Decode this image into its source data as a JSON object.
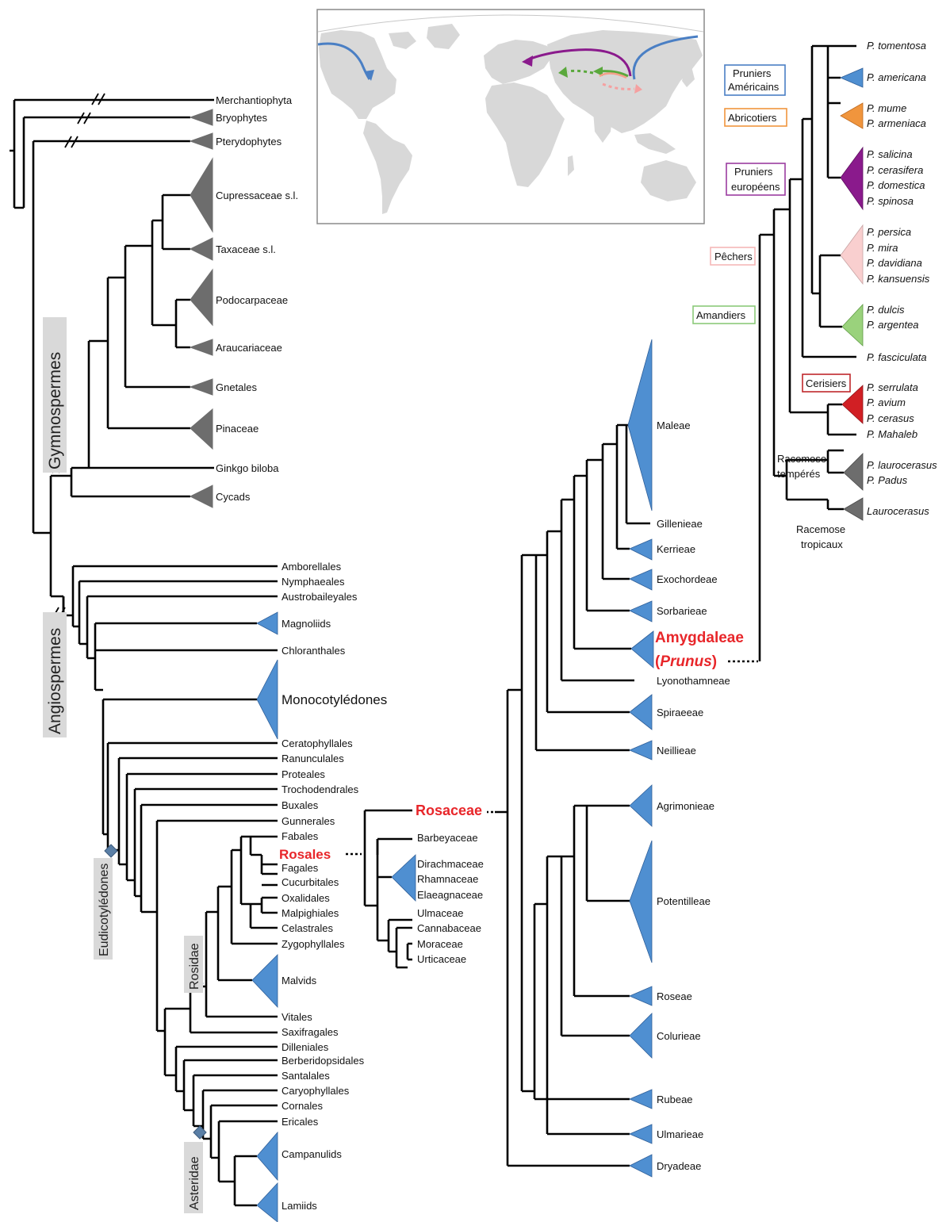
{
  "colors": {
    "gymnosperm_clade": "#6d6d6d",
    "angiosperm_clade": "#4f8fd1",
    "highlight_red": "#e8262a",
    "label_box_bg": "#d9d9d9",
    "apricot": "#f0953d",
    "european_plum": "#8a1a8c",
    "peach": "#f9cfcf",
    "almond": "#9ad27c",
    "cherry": "#d11f24",
    "american_plum_box": "#4a7fc4",
    "apricot_box": "#f0953d",
    "european_plum_box": "#9b3ca0",
    "peach_box": "#f5b7b7",
    "almond_box": "#8cc97a",
    "cherry_box": "#c0282c"
  },
  "groups": {
    "gymnospermes": "Gymnospermes",
    "angiospermes": "Angiospermes",
    "eudicotyledones": "Eudicotylédones",
    "rosidae": "Rosidae",
    "asteridae": "Asteridae"
  },
  "tree_left": {
    "merchantiophyta": "Merchantiophyta",
    "bryophytes": "Bryophytes",
    "pteridophytes": "Pterydophytes",
    "cupressaceae": "Cupressaceae s.l.",
    "taxaceae": "Taxaceae s.l.",
    "podocarpaceae": "Podocarpaceae",
    "araucariaceae": "Araucariaceae",
    "gnetales": "Gnetales",
    "pinaceae": "Pinaceae",
    "ginkgo": "Ginkgo biloba",
    "cycads": "Cycads",
    "amborellales": "Amborellales",
    "nymphaeales": "Nymphaeales",
    "austrobaileyales": "Austrobaileyales",
    "magnoliids": "Magnoliids",
    "chloranthales": "Chloranthales",
    "monocots": "Monocotylédones",
    "ceratophyllales": "Ceratophyllales",
    "ranunculales": "Ranunculales",
    "proteales": "Proteales",
    "trochodendrales": "Trochodendrales",
    "buxales": "Buxales",
    "gunnerales": "Gunnerales",
    "fabales": "Fabales",
    "rosales": "Rosales",
    "fagales": "Fagales",
    "cucurbitales": "Cucurbitales",
    "oxalidales": "Oxalidales",
    "malpighiales": "Malpighiales",
    "celastrales": "Celastrales",
    "zygophyllales": "Zygophyllales",
    "malvids": "Malvids",
    "vitales": "Vitales",
    "saxifragales": "Saxifragales",
    "dilleniales": "Dilleniales",
    "berberidopsidales": "Berberidopsidales",
    "santalales": "Santalales",
    "caryophyllales": "Caryophyllales",
    "cornales": "Cornales",
    "ericales": "Ericales",
    "campanulids": "Campanulids",
    "lamiids": "Lamiids"
  },
  "tree_rosales": {
    "rosaceae": "Rosaceae",
    "barbeyaceae": "Barbeyaceae",
    "dirachmaceae": "Dirachmaceae",
    "rhamnaceae": "Rhamnaceae",
    "elaeagnaceae": "Elaeagnaceae",
    "ulmaceae": "Ulmaceae",
    "cannabaceae": "Cannabaceae",
    "moraceae": "Moraceae",
    "urticaceae": "Urticaceae"
  },
  "tree_rosaceae": {
    "maleae": "Maleae",
    "gillenieae": "Gillenieae",
    "kerrieae": "Kerrieae",
    "exochordeae": "Exochordeae",
    "sorbarieae": "Sorbarieae",
    "amygdaleae": "Amygdaleae",
    "prunus_open": "(",
    "prunus": "Prunus",
    "prunus_close": ")",
    "lyonothamneae": "Lyonothamneae",
    "spiraeeae": "Spiraeeae",
    "neillieae": "Neillieae",
    "agrimonieae": "Agrimonieae",
    "potentilleae": "Potentilleae",
    "roseae": "Roseae",
    "colurieae": "Colurieae",
    "rubeae": "Rubeae",
    "ulmarieae": "Ulmarieae",
    "dryadeae": "Dryadeae"
  },
  "tree_prunus": {
    "tomentosa": "P. tomentosa",
    "americana": "P. americana",
    "mume": "P. mume",
    "armeniaca": "P. armeniaca",
    "salicina": "P. salicina",
    "cerasifera": "P. cerasifera",
    "domestica": "P. domestica",
    "spinosa": "P. spinosa",
    "persica": "P. persica",
    "mira": "P. mira",
    "davidiana": "P. davidiana",
    "kansuensis": "P. kansuensis",
    "dulcis": "P. dulcis",
    "argentea": "P. argentea",
    "fasciculata": "P. fasciculata",
    "serrulata": "P. serrulata",
    "avium": "P. avium",
    "cerasus": "P. cerasus",
    "mahaleb": "P. Mahaleb",
    "laurocerasus": "P. laurocerasus",
    "padus": "P. Padus",
    "laurocerasus_trop": "Laurocerasus",
    "racemose_temperes_1": "Racemose",
    "racemose_temperes_2": "tempérés",
    "racemose_tropicaux_1": "Racemose",
    "racemose_tropicaux_2": "tropicaux"
  },
  "legend_boxes": {
    "pruniers_americains_1": "Pruniers",
    "pruniers_americains_2": "Américains",
    "abricotiers": "Abricotiers",
    "pruniers_europeens_1": "Pruniers",
    "pruniers_europeens_2": "européens",
    "pechers": "Pêchers",
    "amandiers": "Amandiers",
    "cerisiers": "Cerisiers"
  }
}
